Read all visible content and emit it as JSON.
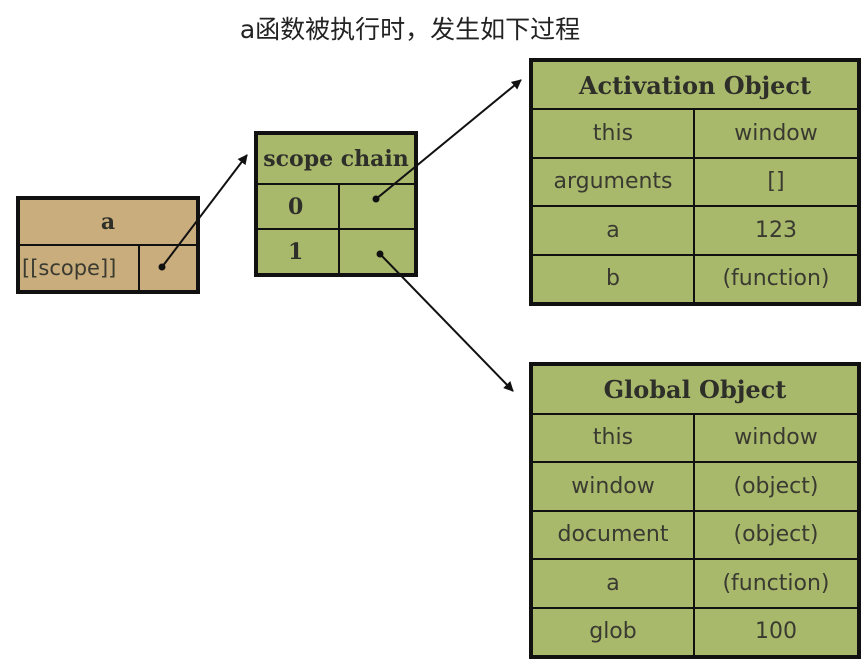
{
  "caption": "a函数被执行时，发生如下过程",
  "colors": {
    "tan": "#c9ad7c",
    "green": "#a8b96c",
    "border": "#111111"
  },
  "function_a": {
    "title": "a",
    "scope_label": "[[scope]]"
  },
  "scope_chain": {
    "title": "scope chain",
    "indices": [
      "0",
      "1"
    ]
  },
  "activation_object": {
    "title": "Activation Object",
    "rows": [
      {
        "key": "this",
        "value": "window"
      },
      {
        "key": "arguments",
        "value": "[]"
      },
      {
        "key": "a",
        "value": "123"
      },
      {
        "key": "b",
        "value": "(function)"
      }
    ]
  },
  "global_object": {
    "title": "Global Object",
    "rows": [
      {
        "key": "this",
        "value": "window"
      },
      {
        "key": "window",
        "value": "(object)"
      },
      {
        "key": "document",
        "value": "(object)"
      },
      {
        "key": "a",
        "value": "(function)"
      },
      {
        "key": "glob",
        "value": "100"
      }
    ]
  }
}
